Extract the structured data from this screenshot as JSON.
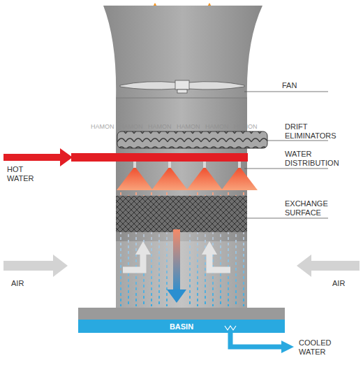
{
  "diagram": {
    "nodes": [
      {
        "text": [
          "BASIN"
        ]
      }
    ],
    "labels": [
      "FAN",
      "DRIFT ELIMINATORS",
      "WATER DISTRIBUTION",
      "EXCHANGE SURFACE",
      "HOT WATER",
      "AIR",
      "AIR",
      "COOLED WATER",
      "HAMON",
      "HAMON",
      "HAMON",
      "HAMON",
      "HAMON",
      "HAMON"
    ]
  }
}
